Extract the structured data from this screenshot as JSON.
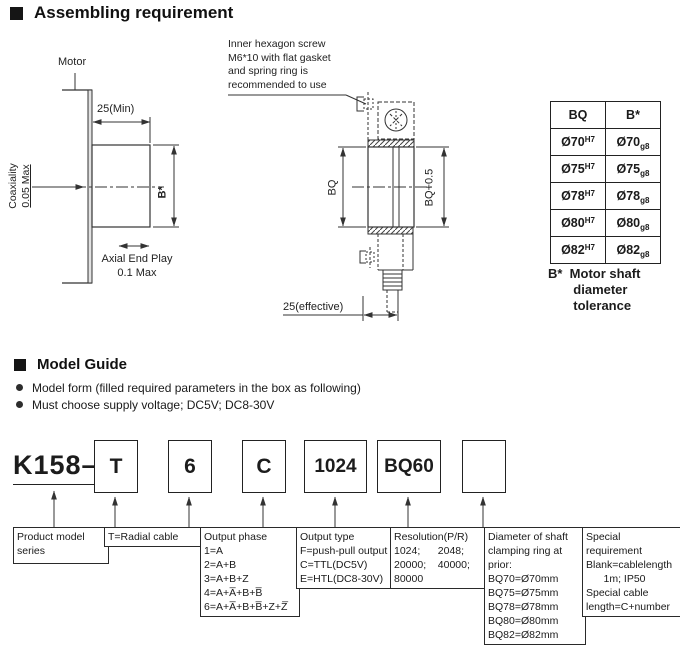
{
  "assembling": {
    "title": "Assembling requirement",
    "left_drawing": {
      "motor_label": "Motor",
      "dim_25min": "25(Min)",
      "coaxiality_line1": "Coaxiality",
      "coaxiality_line2": "0.05 Max",
      "shaft_dim": "B*",
      "axial_line1": "Axial End Play",
      "axial_line2": "0.1  Max"
    },
    "center_drawing": {
      "note": [
        "Inner hexagon screw",
        "M6*10 with flat gasket",
        "and spring ring is",
        "recommended to use"
      ],
      "dim_bq": "BQ",
      "dim_bq05": "BQ+0.5",
      "dim_25eff": "25(effective)"
    },
    "tolerance_table": {
      "headers": [
        "BQ",
        "B*"
      ],
      "rows": [
        {
          "bq": "Ø70",
          "bq_tol": "H7",
          "b": "Ø70",
          "b_tol": "g8"
        },
        {
          "bq": "Ø75",
          "bq_tol": "H7",
          "b": "Ø75",
          "b_tol": "g8"
        },
        {
          "bq": "Ø78",
          "bq_tol": "H7",
          "b": "Ø78",
          "b_tol": "g8"
        },
        {
          "bq": "Ø80",
          "bq_tol": "H7",
          "b": "Ø80",
          "b_tol": "g8"
        },
        {
          "bq": "Ø82",
          "bq_tol": "H7",
          "b": "Ø82",
          "b_tol": "g8"
        }
      ],
      "caption_lines": [
        "B*  Motor shaft",
        "       diameter",
        "       tolerance"
      ]
    }
  },
  "model_guide": {
    "title": "Model Guide",
    "bullets": [
      "Model form (filled required parameters in the box as following)",
      "Must choose supply voltage;  DC5V; DC8-30V"
    ],
    "code": {
      "prefix": "K158–",
      "boxes": [
        "T",
        "6",
        "C",
        "1024",
        "BQ60",
        ""
      ]
    },
    "descriptions": [
      {
        "lines": [
          "Product model",
          "series"
        ]
      },
      {
        "lines": [
          "T=Radial cable"
        ]
      },
      {
        "lines": [
          "Output phase",
          "1=A",
          "2=A+B",
          "3=A+B+Z",
          "4=A+A̅+B+B̅",
          "6=A+A̅+B+B̅+Z+Z̅"
        ]
      },
      {
        "lines": [
          "Output type",
          "F=push-pull output",
          "C=TTL(DC5V)",
          "E=HTL(DC8-30V)"
        ]
      },
      {
        "lines": [
          "Resolution(P/R)",
          "1024;      2048;",
          "20000;    40000;",
          "80000"
        ]
      },
      {
        "lines": [
          "Diameter of shaft",
          "clamping ring at",
          "prior:",
          "BQ70=Ø70mm",
          "BQ75=Ø75mm",
          "BQ78=Ø78mm",
          "BQ80=Ø80mm",
          "BQ82=Ø82mm"
        ]
      },
      {
        "lines": [
          "Special",
          "requirement",
          "Blank=cablelength",
          "      1m; IP50",
          "Special cable",
          "length=C+number"
        ]
      }
    ]
  },
  "colors": {
    "line": "#333333",
    "text": "#1a1a1a"
  }
}
